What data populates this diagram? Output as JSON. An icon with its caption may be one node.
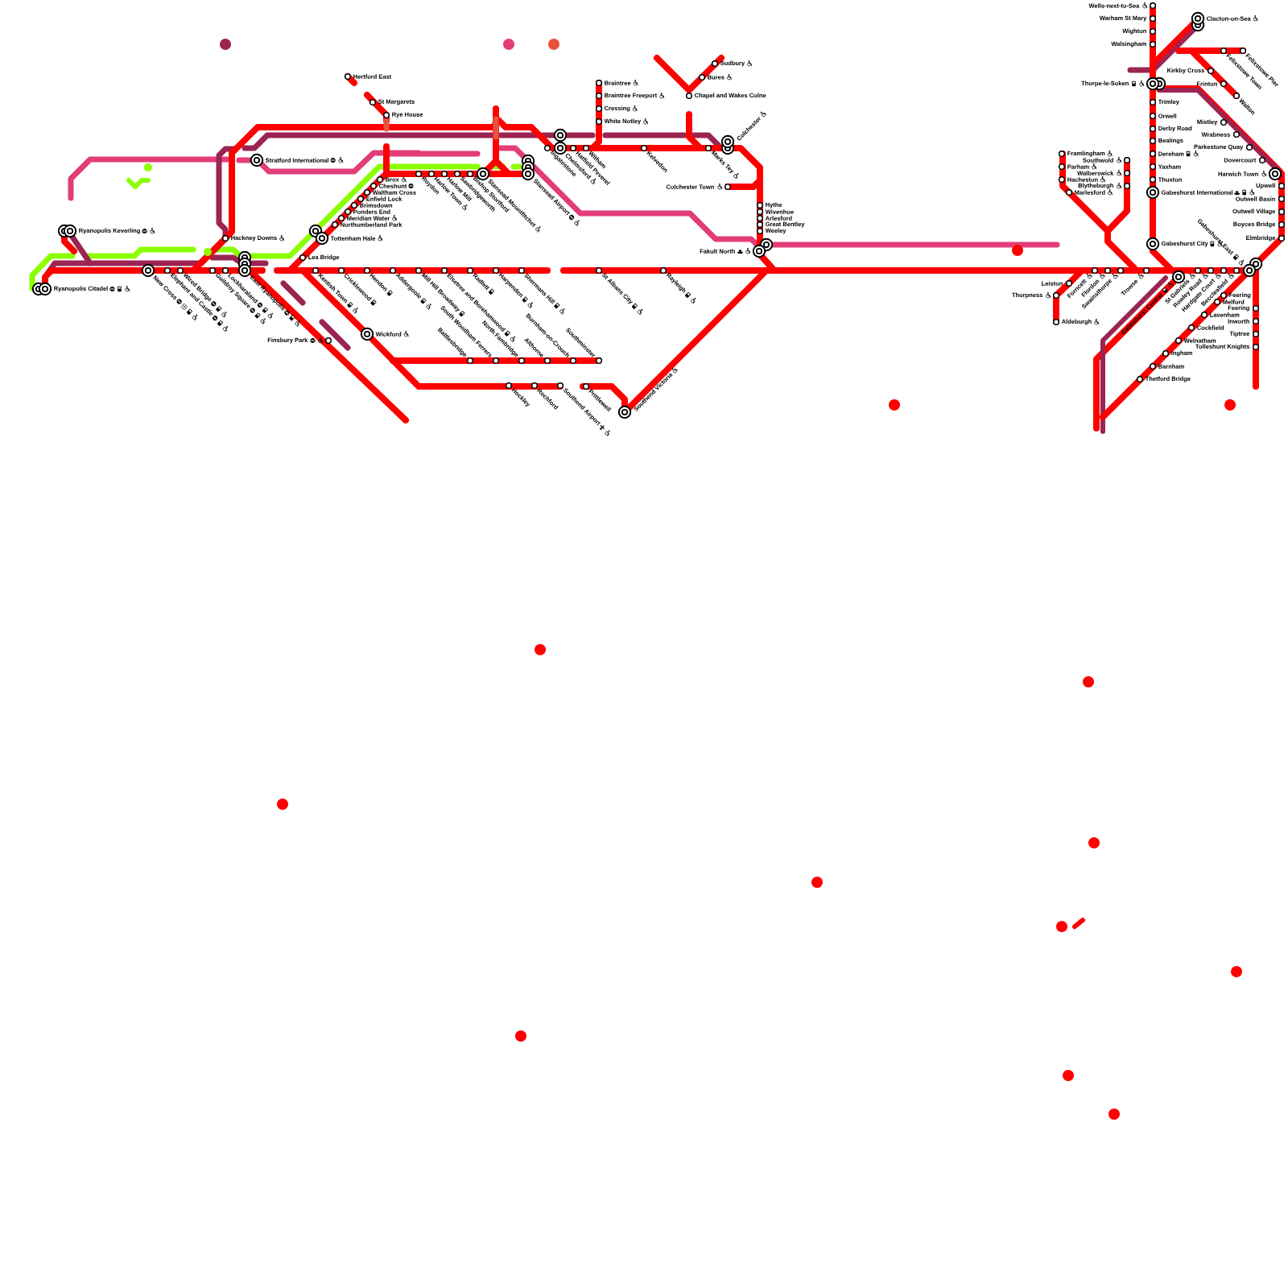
{
  "diagram": {
    "labels": [
      "Ryanopolis Keverling",
      "Ryanopolis Citadel",
      "New Cross",
      "Elephant and Castle",
      "Wired Bridge",
      "Guildroy Square",
      "Lockharaland",
      "East Ryanopolis",
      "Hackney Downs",
      "Stratford International",
      "Finsbury Park",
      "Tottenham Hale",
      "Lea Bridge",
      "Hertford East",
      "St Margarets",
      "Rye House",
      "Brox",
      "Cheshunt",
      "Waltham Cross",
      "Enfield Lock",
      "Brimsdown",
      "Ponders End",
      "Meridian Water",
      "Northumberland Park",
      "Roydon",
      "Harlow Town",
      "Harlow Mill",
      "Sawbridgeworth",
      "Bishop Stortford",
      "Stansead Mountfitchet",
      "Stansead Airport",
      "Kentish Town",
      "Cricklewood",
      "Hendon",
      "Addergoole",
      "Mill Hill Broadway",
      "Elsetree and Borehamwood",
      "Radlett",
      "Harpenden",
      "Shermans Hill",
      "Wickford",
      "Battlesbridge",
      "South Woodham Ferrers",
      "North Fambridge",
      "Althorne",
      "Burnham-on-Crouch",
      "Southminster",
      "Hockley",
      "Rochford",
      "Southend Airport",
      "Prittlewell",
      "Southend Victoria",
      "Ingatestone",
      "Chelmsford",
      "Hatfield Peverel",
      "Witham",
      "Kelvedon",
      "Marks Tey",
      "Colchester",
      "Braintree",
      "Braintree Freeport",
      "Cressing",
      "White Notley",
      "Sudbury",
      "Bures",
      "Chapel and Wakes Colne",
      "Colchester Town",
      "Hythe",
      "Wivenhoe",
      "Arlesford",
      "Great Bentley",
      "Weeley",
      "Fakult North",
      "St Albans City",
      "Rayleigh",
      "Wells-next-to-Sea",
      "Warham St Mary",
      "Wighton",
      "Walsingham",
      "Clacton-on-Sea",
      "Felixstowe Town",
      "Felixstowe Pier",
      "Kirkby Cross",
      "Thorpe-le-Soken",
      "Frinton",
      "Walton",
      "Trimley",
      "Orwell",
      "Derby Road",
      "Bealings",
      "Dereham",
      "Yaxham",
      "Thuxton",
      "Gabeshurst International",
      "Mistley",
      "Wrabness",
      "Parkestone Quay",
      "Dovercourt",
      "Harwich Town",
      "Upwell",
      "Outwell Basin",
      "Outwell Village",
      "Boyces Bridge",
      "Elmbridge",
      "Framlingham",
      "Parham",
      "Hacheston",
      "Marlesford",
      "Southwold",
      "Walberswick",
      "Blytheburgh",
      "Gabeshurst City",
      "Gabeshurst East",
      "Leiston",
      "Thorpness",
      "Aldeburgh",
      "Forncett",
      "Flordon",
      "Swainsthorpe",
      "Trowse",
      "Gabeshurst Central",
      "St Gabriels",
      "Rowley Road",
      "Hardgate Court",
      "Beccleafield",
      "Feering",
      "Melford",
      "Lavenham",
      "Cockfield",
      "Welnatham",
      "Ingham",
      "Barnham",
      "Thetford Bridge",
      "Feering",
      "Inworth",
      "Tiptree",
      "Tolleshunt Knights"
    ]
  }
}
